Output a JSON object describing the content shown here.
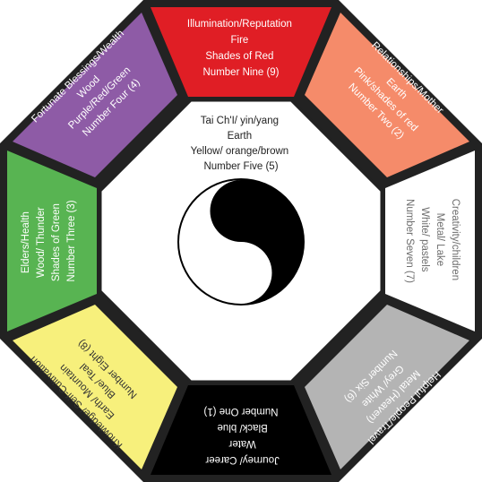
{
  "center": {
    "lines": [
      "Tai Ch'I/ yin/yang",
      "Earth",
      "Yellow/ orange/brown",
      "Number Five (5)"
    ]
  },
  "segments": [
    {
      "id": "top",
      "color": "#e01e25",
      "text_color": "#ffffff",
      "lines": [
        "Illumination/Reputation",
        "Fire",
        "Shades of Red",
        "Number Nine  (9)"
      ]
    },
    {
      "id": "top-right",
      "color": "#f58b6a",
      "text_color": "#ffffff",
      "lines": [
        "Relationships/Mother",
        "Earth",
        "Pink/shades of red",
        "Number Two  (2)"
      ]
    },
    {
      "id": "right",
      "color": "#ffffff",
      "text_color": "#6d6d6d",
      "lines": [
        "Creativity/children",
        "Metal/ Lake",
        "White/ pastels",
        "Number Seven (7)"
      ]
    },
    {
      "id": "bottom-right",
      "color": "#b4b4b4",
      "text_color": "#ffffff",
      "lines": [
        "Helpful People/Travel",
        "Metal (Heaven)",
        "Grey/ White",
        "Number Six  (6)"
      ]
    },
    {
      "id": "bottom",
      "color": "#000000",
      "text_color": "#ffffff",
      "lines": [
        "Journey/ Career",
        "Water",
        "Black/ blue",
        "Number One (1)"
      ]
    },
    {
      "id": "bottom-left",
      "color": "#f7f07c",
      "text_color": "#333333",
      "lines": [
        "Knowledge/ Self-Cultivation",
        "Earth/ Mountain",
        "Blue/ Teal",
        "Number Eight (8)"
      ]
    },
    {
      "id": "left",
      "color": "#58b452",
      "text_color": "#ffffff",
      "lines": [
        "Elders/Health",
        "Wood/ Thunder",
        "Shades of Green",
        "Number Three  (3)"
      ]
    },
    {
      "id": "top-left",
      "color": "#8e5ba6",
      "text_color": "#ffffff",
      "lines": [
        "Fortunate Blessings/Wealth",
        "Wood",
        "Purple/Red/Green",
        "Number Four (4)"
      ]
    }
  ],
  "colors": {
    "frame": "#222222",
    "center_fill": "#ffffff",
    "yin": "#000000",
    "yang": "#ffffff"
  }
}
